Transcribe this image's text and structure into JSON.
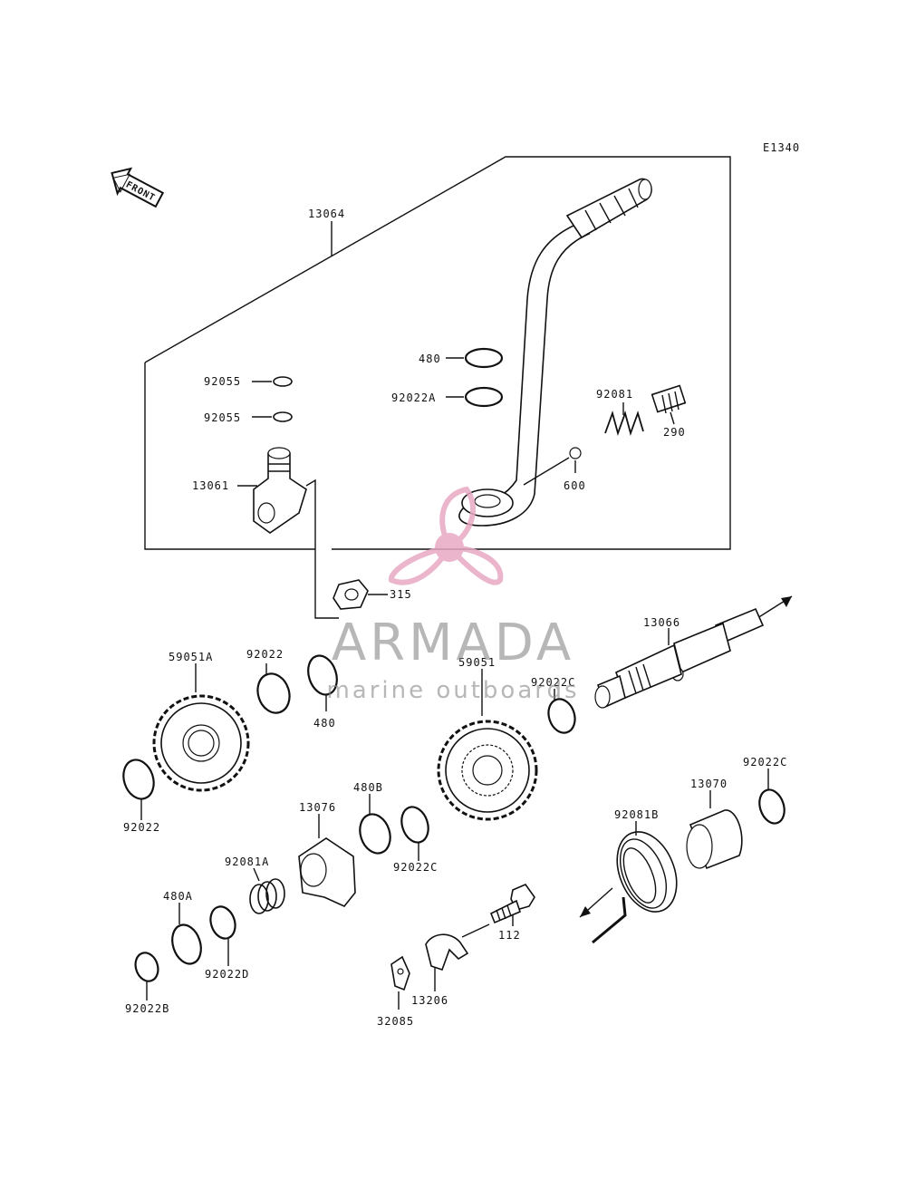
{
  "diagram": {
    "code": "E1340",
    "front_label": "FRONT",
    "labels": [
      {
        "id": "13064",
        "text": "13064"
      },
      {
        "id": "480-top",
        "text": "480"
      },
      {
        "id": "92022A",
        "text": "92022A"
      },
      {
        "id": "92081",
        "text": "92081"
      },
      {
        "id": "290",
        "text": "290"
      },
      {
        "id": "92055-a",
        "text": "92055"
      },
      {
        "id": "92055-b",
        "text": "92055"
      },
      {
        "id": "13061",
        "text": "13061"
      },
      {
        "id": "600",
        "text": "600"
      },
      {
        "id": "315",
        "text": "315"
      },
      {
        "id": "13066",
        "text": "13066"
      },
      {
        "id": "59051A",
        "text": "59051A"
      },
      {
        "id": "92022-top",
        "text": "92022"
      },
      {
        "id": "480-mid",
        "text": "480"
      },
      {
        "id": "59051",
        "text": "59051"
      },
      {
        "id": "92022C-a",
        "text": "92022C"
      },
      {
        "id": "92022C-b",
        "text": "92022C"
      },
      {
        "id": "13070",
        "text": "13070"
      },
      {
        "id": "92022-left",
        "text": "92022"
      },
      {
        "id": "480B",
        "text": "480B"
      },
      {
        "id": "13076",
        "text": "13076"
      },
      {
        "id": "92022C-c",
        "text": "92022C"
      },
      {
        "id": "92081B",
        "text": "92081B"
      },
      {
        "id": "92081A",
        "text": "92081A"
      },
      {
        "id": "480A",
        "text": "480A"
      },
      {
        "id": "92022D",
        "text": "92022D"
      },
      {
        "id": "92022B",
        "text": "92022B"
      },
      {
        "id": "112",
        "text": "112"
      },
      {
        "id": "13206",
        "text": "13206"
      },
      {
        "id": "32085",
        "text": "32085"
      }
    ]
  },
  "watermark": {
    "brand": "ARMADA",
    "tagline": "marine outboards",
    "color": "#e8a9c4"
  }
}
